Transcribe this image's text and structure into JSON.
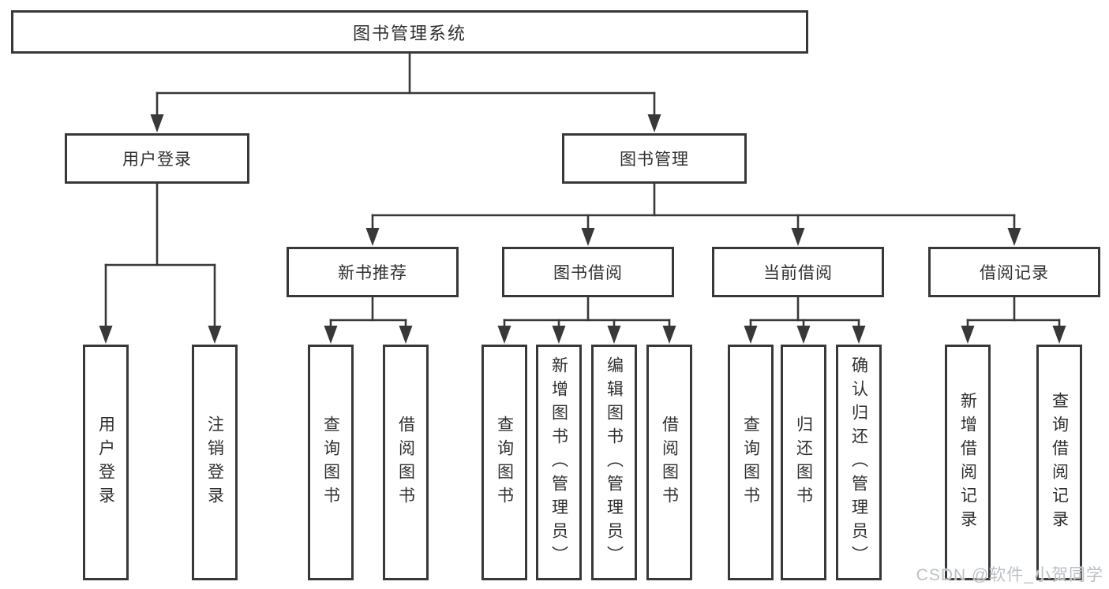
{
  "diagram": {
    "nodes": [
      {
        "id": "root",
        "label": "图书管理系统",
        "orientation": "horizontal"
      },
      {
        "id": "user-login",
        "label": "用户登录",
        "orientation": "horizontal"
      },
      {
        "id": "book-management",
        "label": "图书管理",
        "orientation": "horizontal"
      },
      {
        "id": "new-book-recommend",
        "label": "新书推荐",
        "orientation": "horizontal"
      },
      {
        "id": "book-borrowing",
        "label": "图书借阅",
        "orientation": "horizontal"
      },
      {
        "id": "current-borrowing",
        "label": "当前借阅",
        "orientation": "horizontal"
      },
      {
        "id": "borrowing-records",
        "label": "借阅记录",
        "orientation": "horizontal"
      },
      {
        "id": "leaf-user-login",
        "label": "用户登录",
        "orientation": "vertical"
      },
      {
        "id": "leaf-logout",
        "label": "注销登录",
        "orientation": "vertical"
      },
      {
        "id": "leaf-query-books-a",
        "label": "查询图书",
        "orientation": "vertical"
      },
      {
        "id": "leaf-borrow-books-a",
        "label": "借阅图书",
        "orientation": "vertical"
      },
      {
        "id": "leaf-query-books-b",
        "label": "查询图书",
        "orientation": "vertical"
      },
      {
        "id": "leaf-add-books",
        "label": "新增图书（管理员）",
        "orientation": "vertical"
      },
      {
        "id": "leaf-edit-books",
        "label": "编辑图书（管理员）",
        "orientation": "vertical"
      },
      {
        "id": "leaf-borrow-books-b",
        "label": "借阅图书",
        "orientation": "vertical"
      },
      {
        "id": "leaf-query-books-c",
        "label": "查询图书",
        "orientation": "vertical"
      },
      {
        "id": "leaf-return-books",
        "label": "归还图书",
        "orientation": "vertical"
      },
      {
        "id": "leaf-confirm-return",
        "label": "确认归还（管理员）",
        "orientation": "vertical"
      },
      {
        "id": "leaf-add-borrow-record",
        "label": "新增借阅记录",
        "orientation": "vertical"
      },
      {
        "id": "leaf-query-borrow-record",
        "label": "查询借阅记录",
        "orientation": "vertical"
      }
    ]
  },
  "watermark": {
    "text": "CSDN @软件_小贺同学"
  },
  "colors": {
    "line": "#383838",
    "box_border": "#383838",
    "text": "#2f2f2f",
    "background": "#ffffff",
    "watermark": "#bcc0c6"
  }
}
